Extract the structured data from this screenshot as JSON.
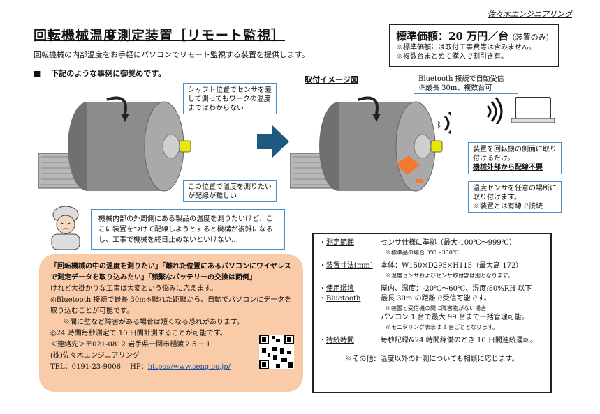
{
  "company_header": "佐々木エンジニアリング",
  "title": "回転機械温度測定装置［リモート監視］",
  "intro": "回転機械の内部温度をお手軽にパソコンでリモート監視する装置を提供します。",
  "bullet_heading": "■　 下記のような事例に御奨めです。",
  "price": {
    "main": "標準価額：20 万円／台",
    "qualifier": "(装置のみ)",
    "note1": "※標準価額には取付工事費等は含みません。",
    "note2": "※複数台まとめて購入で割引き有。"
  },
  "image_label": "取付イメージ図",
  "callouts": {
    "shaft": "シャフト位置でセンサを差して測ってもワークの温度まではわからない",
    "wiring": "この位置で温度を測りたいが配線が難しい",
    "bluetooth_line1": "Bluetooth 接続で自動受信",
    "bluetooth_line2": "※最長 30m、複数台可",
    "side_mount_line1": "装置を回転機の側面に取り付けるだけ。",
    "side_mount_line2": "機械外部から配線不要",
    "sensor_line1": "温度センサを任意の場所に取り付けます。",
    "sensor_line2": "※装置とは有線で接続"
  },
  "speech": "機械内部の外周側にある製品の温度を測りたいけど、ここに装置をつけて配線しようとすると機構が複雑になるし、工事で機械を終日止めないといけない…",
  "orange": {
    "line1": "「回転機械の中の温度を測りたい」「離れた位置にあるパソコンにワイヤレスで測定データを取り込みたい」「頻繁なバッテリーの交換は面倒」",
    "line2": "けれど大掛かりな工事は大変という悩みに応えます。",
    "line3": "◎Bluetooth 接続で最長 30m※離れた距離から、自動でパソコンにデータを取り込むことが可能です。",
    "line4": "※間に壁など障害がある場合は短くなる恐れがあります。",
    "line5": "◎24 時間毎秒測定で 10 日間計測することが可能です。",
    "contact": "＜連絡先＞〒021-0812 岩手県一関市樋渡２５－１",
    "company": "(株)佐々木エンジニアリング",
    "tel": "TEL：0191-23-9006　 HP：",
    "url": "https://www.seng.co.jp/"
  },
  "spec": {
    "range_key": "測定範囲",
    "range_val": "センサ仕様に準拠（最大-100℃～999℃）",
    "range_sub": "※標準品の場合 0℃～350℃",
    "size_key": "装置寸法[mm]",
    "size_val": "本体：W150×D295×H115（最大高 172）",
    "size_sub": "※温度センサおよびセンサ取付部は別となります。",
    "env_key": "使用環境",
    "env_val": "屋内、温度：-20℃～60℃、湿度:80%RH 以下",
    "bt_key": "Bluetooth",
    "bt_val": "最長 30m の距離で受信可能です。",
    "bt_sub": "※装置と受信機の間に障害物がない場合",
    "bt_val2": "パソコン 1 台で最大 99 台まで一括管理可能。",
    "bt_sub2": "※モニタリング表示は 1 台ごととなります。",
    "dur_key": "持続時間",
    "dur_val": "毎秒記録&24 時間稼働のとき 10 日間連続運転。",
    "other": "※その他：温度以外の計測についても相談に応じます。"
  },
  "colors": {
    "orange_box": "#f9cba8",
    "callout_border": "#4a8ec9",
    "arrow": "#1e5a7f",
    "sensor": "#e8e800",
    "device": "#f27a30"
  }
}
